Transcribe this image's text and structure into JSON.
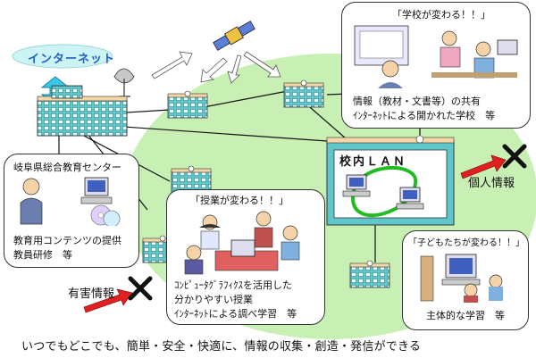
{
  "internet_label": "インターネット",
  "center": {
    "name": "岐阜県総合教育センター",
    "lines": [
      "教育用コンテンツの提供",
      "教員研修　等"
    ]
  },
  "school_callout": {
    "heading": "「学校が変わる！！」",
    "lines": [
      "情報（教材・文書等）の共有",
      "ｲﾝﾀｰﾈｯﾄによる開かれた学校　等"
    ]
  },
  "lesson_callout": {
    "heading": "「授業が変わる！！」",
    "lines": [
      "ｺﾝﾋﾟｭｰﾀｸﾞﾗﾌｨｸｽを活用した",
      "分かりやすい授業",
      "ｲﾝﾀｰﾈｯﾄによる調べ学習　等"
    ]
  },
  "children_callout": {
    "heading": "「子どもたちが変わる！！」",
    "lines": [
      "主体的な学習　等"
    ]
  },
  "lan_label": "校内ＬＡＮ",
  "personal_info_label": "個人情報",
  "harmful_info_label": "有害情報",
  "tagline": "いつでもどこでも、簡単・安全・快適に、情報の収集・創造・発信ができる",
  "colors": {
    "background_ellipse": "#c8f0b4",
    "internet_ellipse": "#ccf4f4",
    "internet_text": "#2060c0",
    "building_wall": "#5fc6cc",
    "building_roof": "#f4d7a6",
    "arrow_red": "#e02020",
    "lan_loop": "#22bb22",
    "block_mark": "#111111"
  },
  "icons": [
    "satellite-icon",
    "dish-antenna-icon",
    "school-building-icon",
    "computer-icon",
    "cd-icon",
    "block-x-icon"
  ]
}
